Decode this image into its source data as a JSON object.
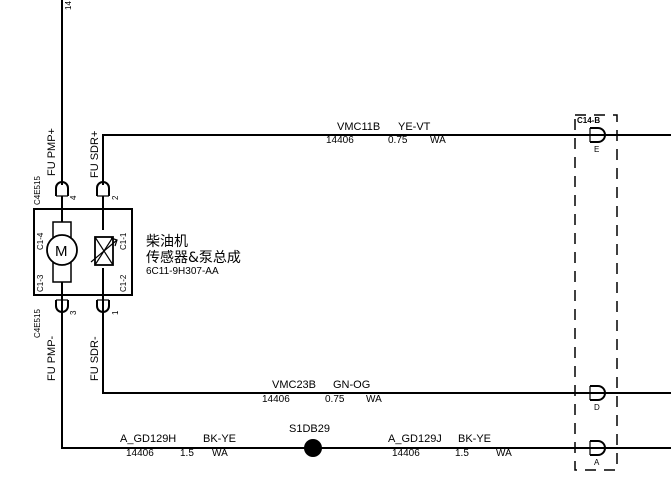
{
  "top_cut_label": "14",
  "component": {
    "name_cn_line1": "柴油机",
    "name_cn_line2": "传感器&泵总成",
    "part_number": "6C11-9H307-AA",
    "motor_symbol": "M",
    "pin_c1_4": "C1-4",
    "pin_c1_3": "C1-3",
    "pin_c1_1": "C1-1",
    "pin_c1_2": "C1-2"
  },
  "connectors": {
    "left_top_id": "C4E515",
    "left_bottom_id": "C4E515",
    "pin_4": "4",
    "pin_2": "2",
    "pin_3": "3",
    "pin_1": "1",
    "c14b": "C14-B",
    "pin_e": "E",
    "pin_d": "D",
    "pin_a": "A"
  },
  "circuit_names": {
    "fu_pmp_plus": "FU PMP+",
    "fu_sdr_plus": "FU SDR+",
    "fu_pmp_minus": "FU PMP-",
    "fu_sdr_minus": "FU SDR-"
  },
  "wires": {
    "vmc11b": {
      "name": "VMC11B",
      "color": "YE-VT",
      "code": "14406",
      "size": "0.75",
      "type": "WA"
    },
    "vmc23b": {
      "name": "VMC23B",
      "color": "GN-OG",
      "code": "14406",
      "size": "0.75",
      "type": "WA"
    },
    "gd129h": {
      "name": "A_GD129H",
      "color": "BK-YE",
      "code": "14406",
      "size": "1.5",
      "type": "WA"
    },
    "gd129j": {
      "name": "A_GD129J",
      "color": "BK-YE",
      "code": "14406",
      "size": "1.5",
      "type": "WA"
    }
  },
  "splice": {
    "label": "S1DB29"
  }
}
